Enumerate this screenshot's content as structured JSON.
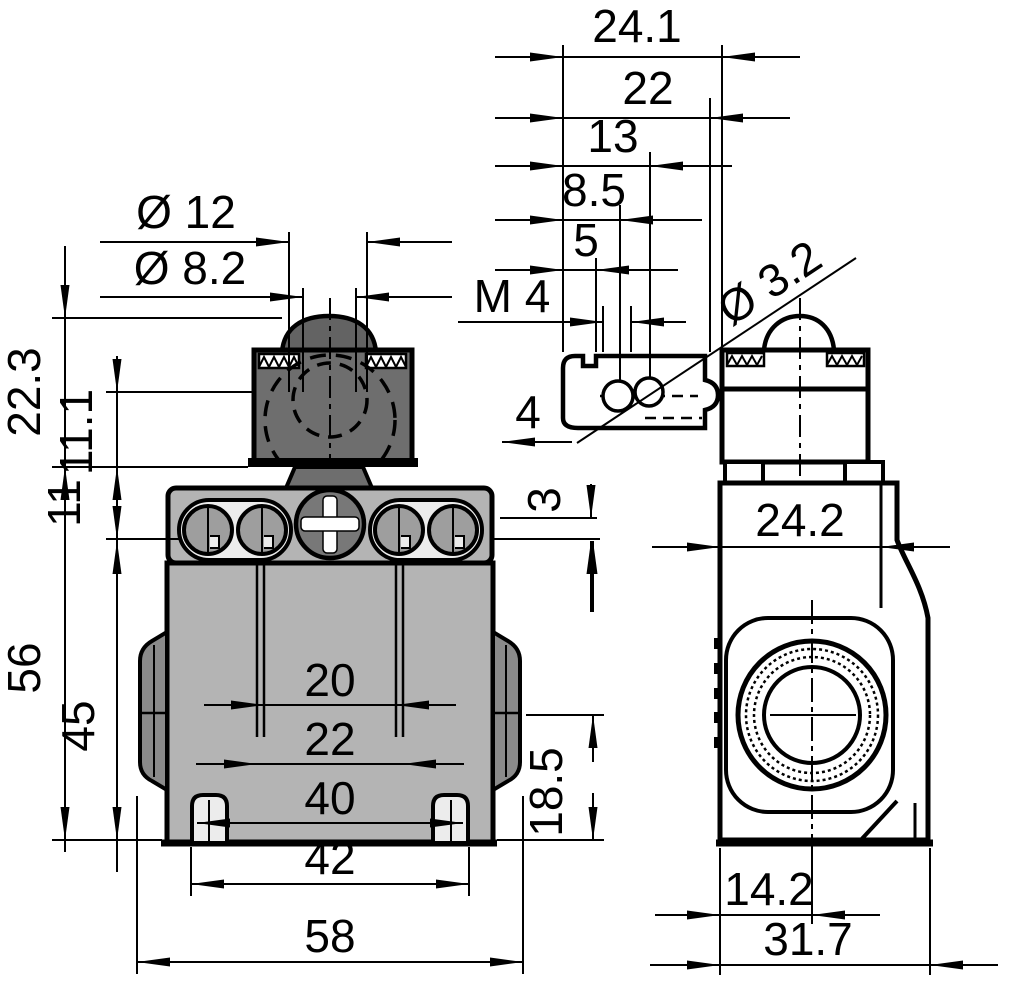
{
  "meta": {
    "type": "technical-dimension-drawing",
    "subject": "limit-switch front and side views",
    "background": "#ffffff",
    "line_color": "#000000",
    "head_fill": "#6e6e6e",
    "body_fill": "#b4b4b4",
    "lobe_fill": "#8a8a8a",
    "slot_fill": "#9e9e9e",
    "recess_fill": "#ececec"
  },
  "front_view": {
    "dims": {
      "roller_dia": "Ø 12",
      "plunger_dia": "Ø 8.2",
      "head_height_total": "22.3",
      "head_height_upper": "11.1",
      "plate_offset": "11",
      "body_height": "56",
      "slot_to_bottom": "45",
      "groove_inner": "20",
      "groove_outer": "22",
      "hook_inner": "40",
      "hook_outer": "42",
      "overall_width": "58",
      "base_zone_height": "18.5"
    }
  },
  "side_view": {
    "dims": {
      "overall_depth": "24.1",
      "bracket_depth": "22",
      "hole_offset_2": "13",
      "hole_offset_1": "8.5",
      "edge_offset": "5",
      "thread_size": "M 4",
      "hole_dia": "Ø 3.2",
      "plate_step": "4",
      "gap": "3",
      "body_depth": "24.2",
      "conduit_center_offset": "14.2",
      "base_depth": "31.7"
    }
  }
}
